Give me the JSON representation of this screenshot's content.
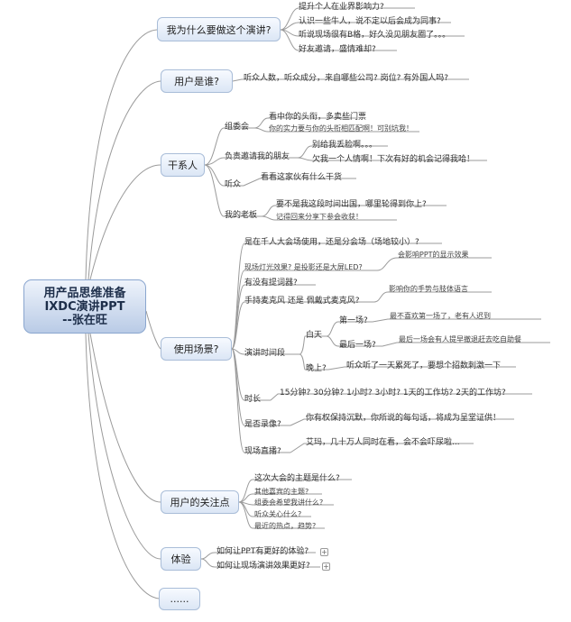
{
  "root": {
    "line1": "用产品思维准备",
    "line2": "IXDC演讲PPT",
    "line3": "--张在旺"
  },
  "branches": {
    "why": {
      "label": "我为什么要做这个演讲?",
      "items": [
        "提升个人在业界影响力?",
        "认识一些牛人，说不定以后会成为同事?",
        "听说现场很有B格，好久没见朋友圈了。。。",
        "好友邀请，盛情难却?"
      ]
    },
    "who": {
      "label": "用户是谁?",
      "item": "听众人数，听众成分，来自哪些公司? 岗位? 有外国人吗?"
    },
    "stake": {
      "label": "干系人",
      "committee": {
        "label": "组委会",
        "items": [
          "看中你的头衔，多卖些门票",
          "你的实力要与你的头衔相匹配啊！可别坑我！"
        ]
      },
      "friend": {
        "label": "负责邀请我的朋友",
        "items": [
          "别给我丢脸啊。。。",
          "欠我一个人情啊！下次有好的机会记得我哈！"
        ]
      },
      "audience": {
        "label": "听众",
        "item": "看看这家伙有什么干货"
      },
      "boss": {
        "label": "我的老板",
        "items": [
          "要不是我这段时间出国，哪里轮得到你上?",
          "记得回来分享下参会收获！"
        ]
      }
    },
    "scene": {
      "label": "使用场景?",
      "venue": "是在千人大会场使用，还是分会场（场地较小）?",
      "lighting": "现场灯光效果? 是投影还是大屏LED?",
      "lighting_note": "会影响PPT的显示效果",
      "prompter": "有没有提词器?",
      "mic": "手持麦克风 还是 佩戴式麦克风?",
      "mic_note": "影响你的手势与肢体语言",
      "time": {
        "label": "演讲时间段",
        "day": {
          "label": "白天",
          "first": {
            "label": "第一场?",
            "note": "最不喜欢第一场了，老有人迟到"
          },
          "last": {
            "label": "最后一场?",
            "note": "最后一场会有人提早撤退赶去吃自助餐"
          }
        },
        "night": {
          "label": "晚上?",
          "note": "听众听了一天累死了，要想个招数刺激一下"
        }
      },
      "duration": {
        "label": "时长",
        "note": "15分钟? 30分钟? 1小时? 3小时? 1天的工作坊? 2天的工作坊?"
      },
      "record": {
        "label": "是否录像?",
        "note": "你有权保持沉默，你所说的每句话，将成为呈堂证供！"
      },
      "live": {
        "label": "现场直播?",
        "note": "艾玛，几十万人同时在看，会不会吓尿啦..."
      }
    },
    "focus": {
      "label": "用户的关注点",
      "items": [
        "这次大会的主题是什么?",
        "其他嘉宾的主题?",
        "组委会希望我讲什么?",
        "听众关心什么?",
        "最近的热点，趋势?"
      ]
    },
    "exp": {
      "label": "体验",
      "items": [
        "如何让PPT有更好的体验?",
        "如何让现场演讲效果更好?"
      ]
    },
    "more": {
      "label": "......"
    }
  },
  "line_color": "#9b9b9b"
}
